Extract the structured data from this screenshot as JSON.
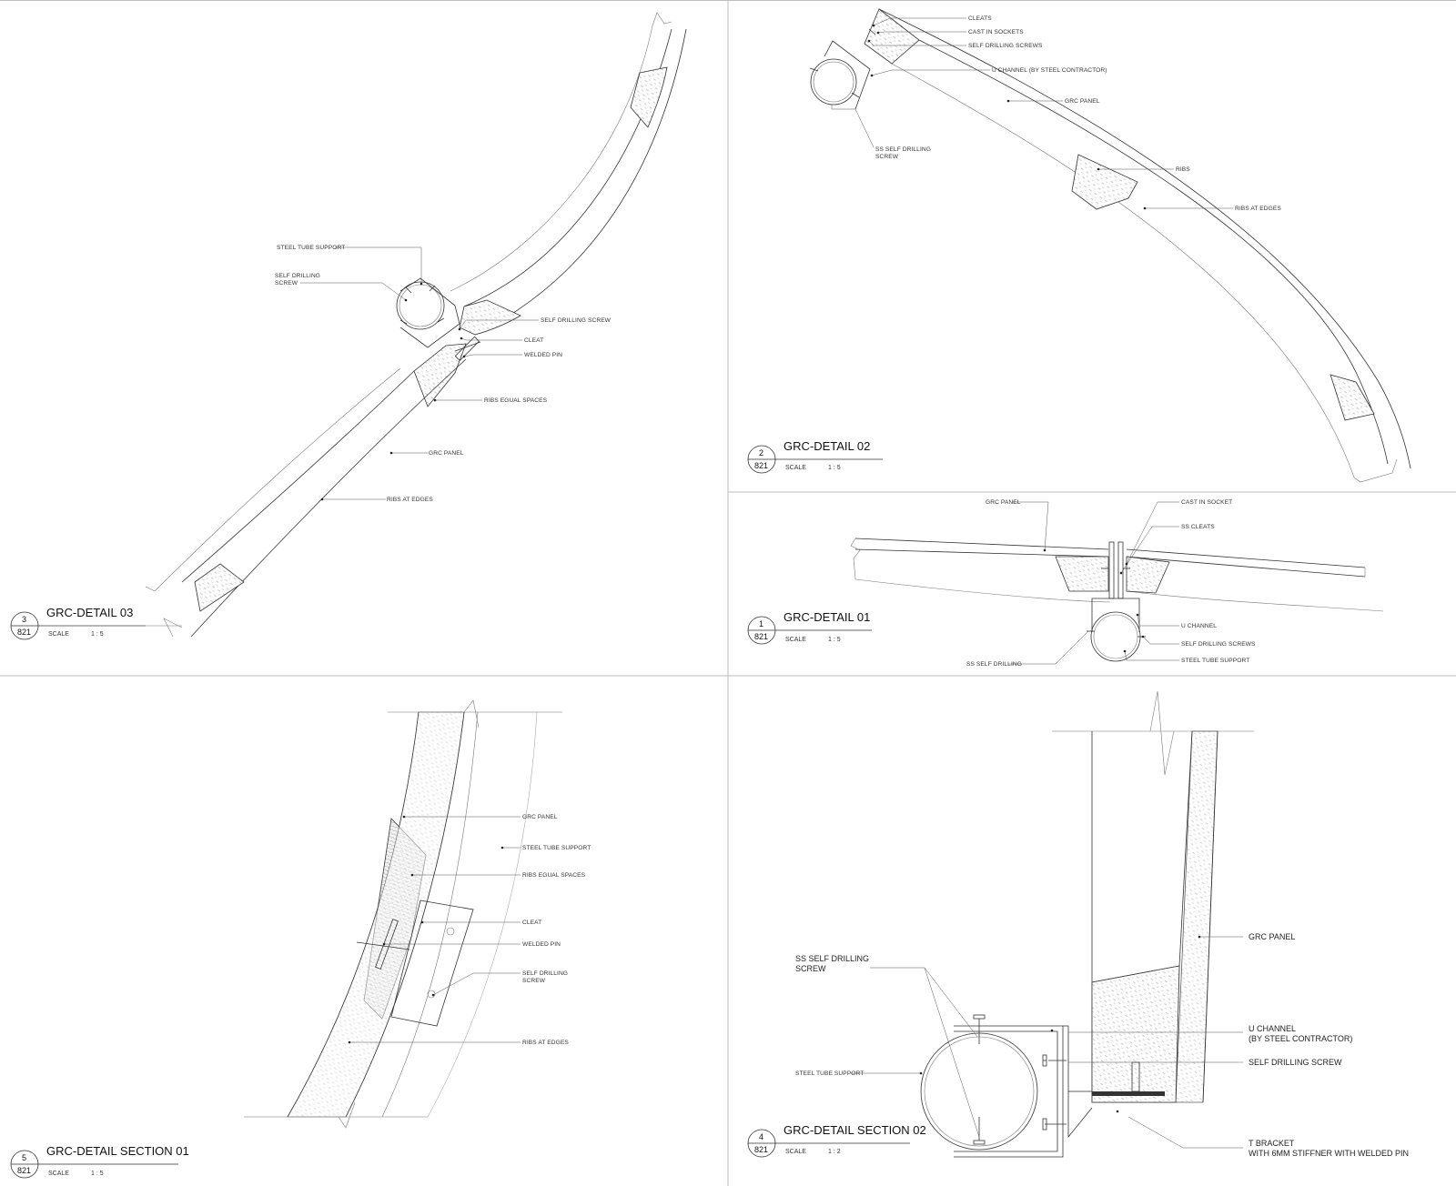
{
  "details": [
    {
      "id": "grc-detail-03",
      "title": "GRC-DETAIL 03",
      "number": "3",
      "sheet": "821",
      "scale_label": "SCALE",
      "scale_value": "1 : 5",
      "labels": [
        "STEEL TUBE SUPPORT",
        "SELF DRILLING",
        "SCREW",
        "SELF DRILLING SCREW",
        "CLEAT",
        "WELDED PIN",
        "RIBS EGUAL SPACES",
        "GRC PANEL",
        "RIBS AT EDGES"
      ]
    },
    {
      "id": "grc-detail-02",
      "title": "GRC-DETAIL 02",
      "number": "2",
      "sheet": "821",
      "scale_label": "SCALE",
      "scale_value": "1 : 5",
      "labels": [
        "CLEATS",
        "CAST IN SOCKETS",
        "SELF DRILLING SCREWS",
        "U CHANNEL (BY STEEL CONTRACTOR)",
        "GRC PANEL",
        "SS SELF DRILLING",
        "SCREW",
        "RIBS",
        "RIBS AT EDGES"
      ]
    },
    {
      "id": "grc-detail-01",
      "title": "GRC-DETAIL 01",
      "number": "1",
      "sheet": "821",
      "scale_label": "SCALE",
      "scale_value": "1 : 5",
      "labels": [
        "GRC PANEL",
        "CAST IN SOCKET",
        "SS CLEATS",
        "U CHANNEL",
        "SELF DRILLING SCREWS",
        "STEEL TUBE SUPPORT",
        "SS SELF DRILLING"
      ]
    },
    {
      "id": "grc-detail-section-01",
      "title": "GRC-DETAIL SECTION  01",
      "number": "5",
      "sheet": "821",
      "scale_label": "SCALE",
      "scale_value": "1 : 5",
      "labels": [
        "GRC PANEL",
        "STEEL TUBE SUPPORT",
        "RIBS EGUAL SPACES",
        "CLEAT",
        "WELDED PIN",
        "SELF DRILLING",
        "SCREW",
        "RIBS AT EDGES"
      ]
    },
    {
      "id": "grc-detail-section-02",
      "title": "GRC-DETAIL SECTION  02",
      "number": "4",
      "sheet": "821",
      "scale_label": "SCALE",
      "scale_value": "1 : 2",
      "labels": [
        "GRC PANEL",
        "SS SELF DRILLING",
        "SCREW",
        "U CHANNEL",
        "(BY STEEL CONTRACTOR)",
        "SELF DRILLING SCREW",
        "STEEL TUBE SUPPORT",
        "T BRACKET",
        "WITH 6MM STIFFNER WITH WELDED PIN"
      ]
    }
  ]
}
